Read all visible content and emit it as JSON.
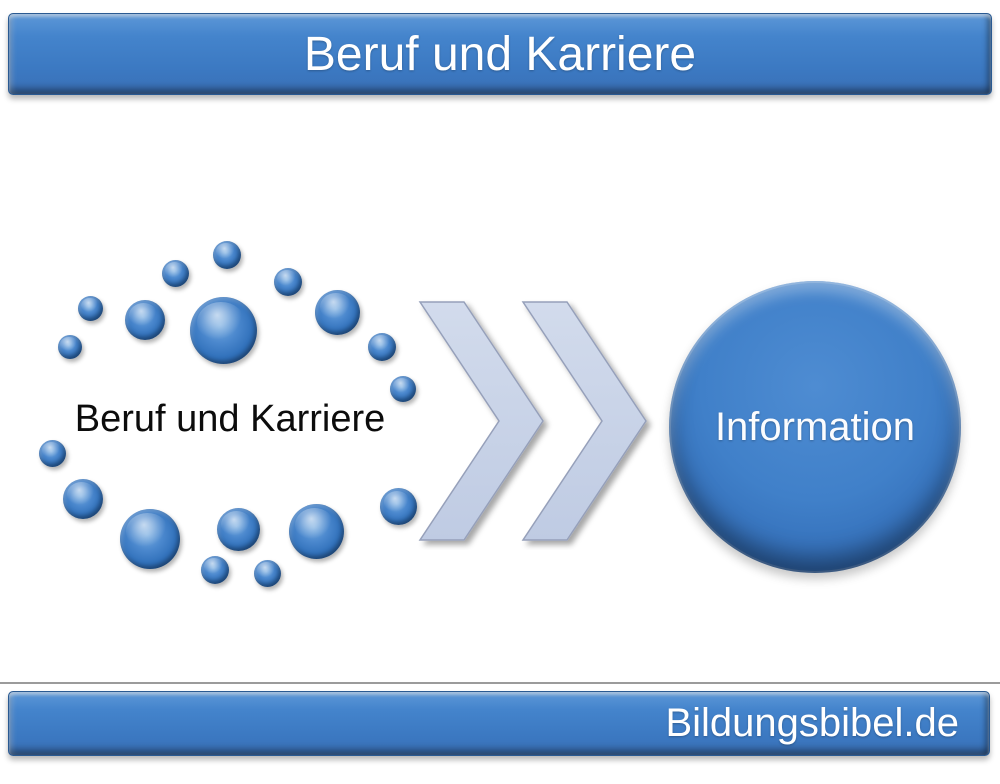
{
  "header": {
    "title": "Beruf und Karriere"
  },
  "diagram": {
    "source_label": "Beruf und Karriere",
    "target_label": "Information",
    "bubble_color": "#3a78c2",
    "chevron_color": "#c9d3e8",
    "node_dark_blue": "#1d4f94"
  },
  "footer": {
    "brand": "Bildungsbibel.de"
  }
}
